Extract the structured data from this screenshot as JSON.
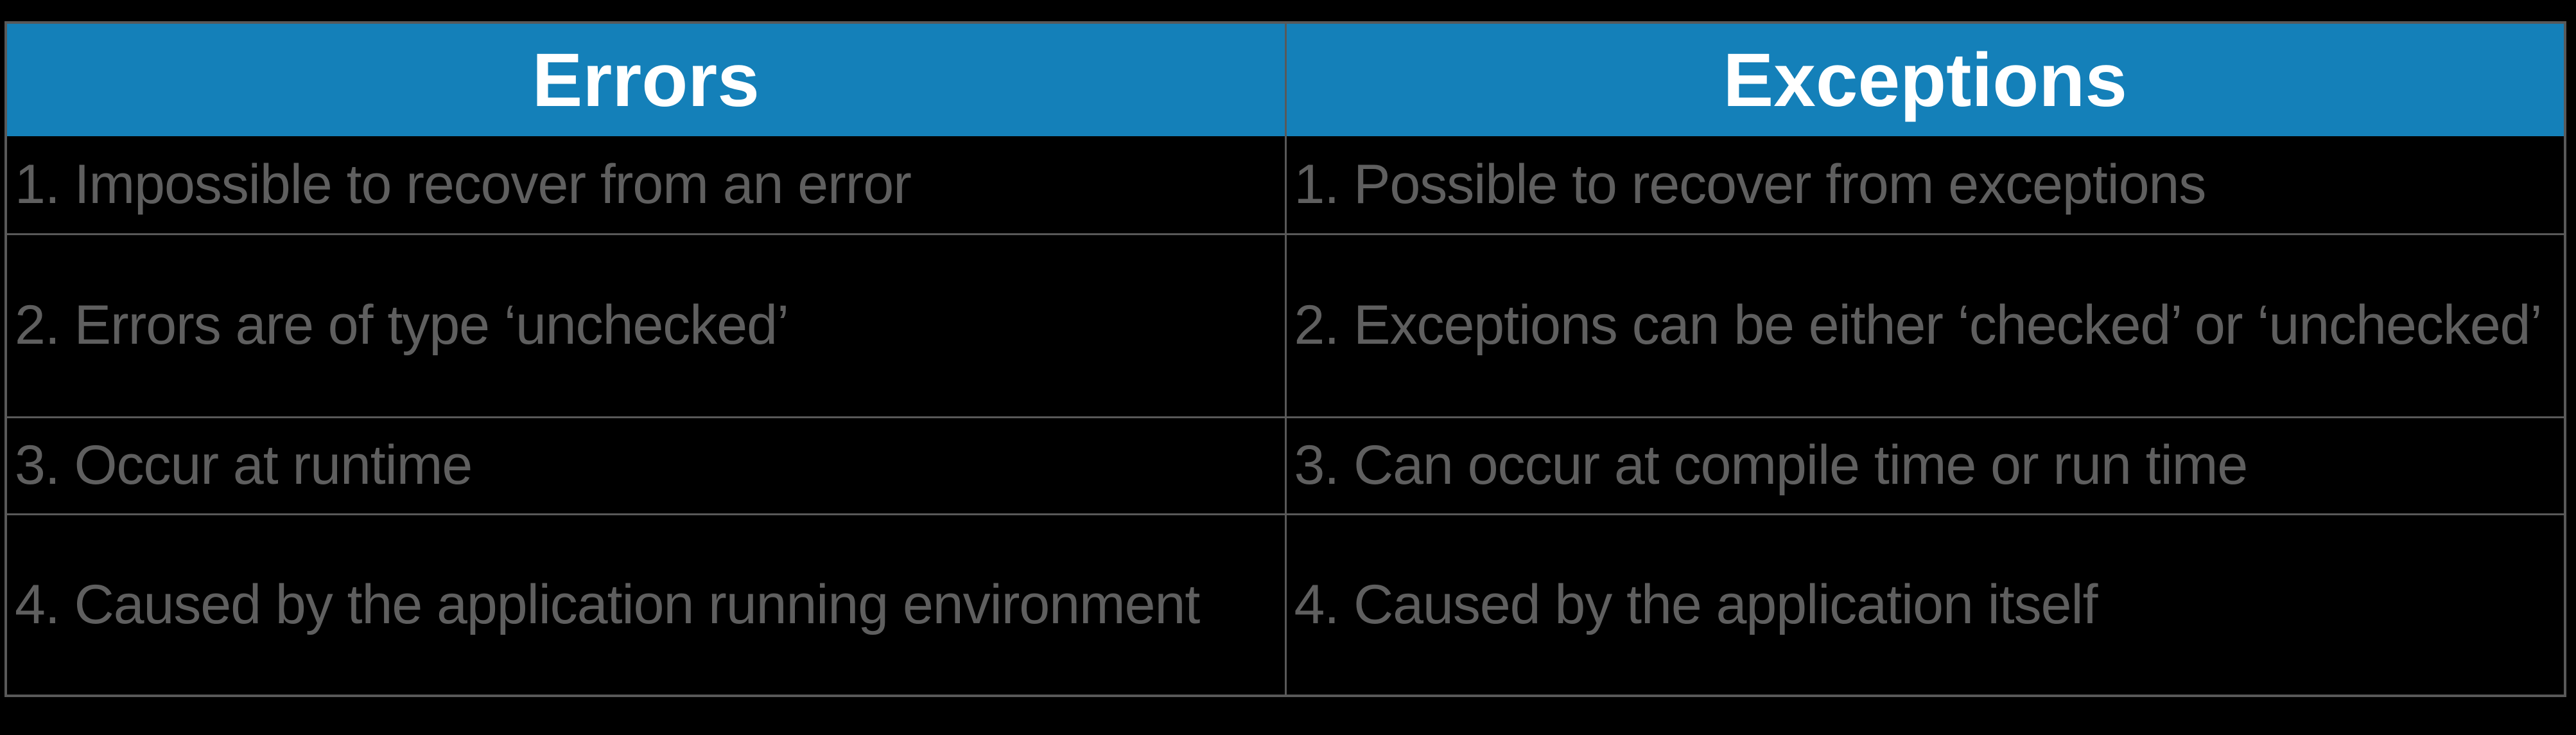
{
  "slide": {
    "background": "#000000"
  },
  "colors": {
    "page_bg": "#000000",
    "header_bg": "#1480B9",
    "header_text": "#FFFFFF",
    "body_bg": "#000000",
    "body_text": "#5F5F5F",
    "border": "#595959"
  },
  "table": {
    "headers": [
      {
        "label": "Errors"
      },
      {
        "label": "Exceptions"
      }
    ],
    "rows": [
      {
        "errors": "1. Impossible to recover from an error",
        "exceptions": "1. Possible to recover from exceptions"
      },
      {
        "errors": "2. Errors are of type ‘unchecked’",
        "exceptions": "2. Exceptions can be either ‘checked’ or ‘unchecked’"
      },
      {
        "errors": "3. Occur at runtime",
        "exceptions": "3. Can occur at compile time or run time"
      },
      {
        "errors": "4. Caused by the application running environment",
        "exceptions": "4. Caused by the application itself"
      }
    ]
  }
}
